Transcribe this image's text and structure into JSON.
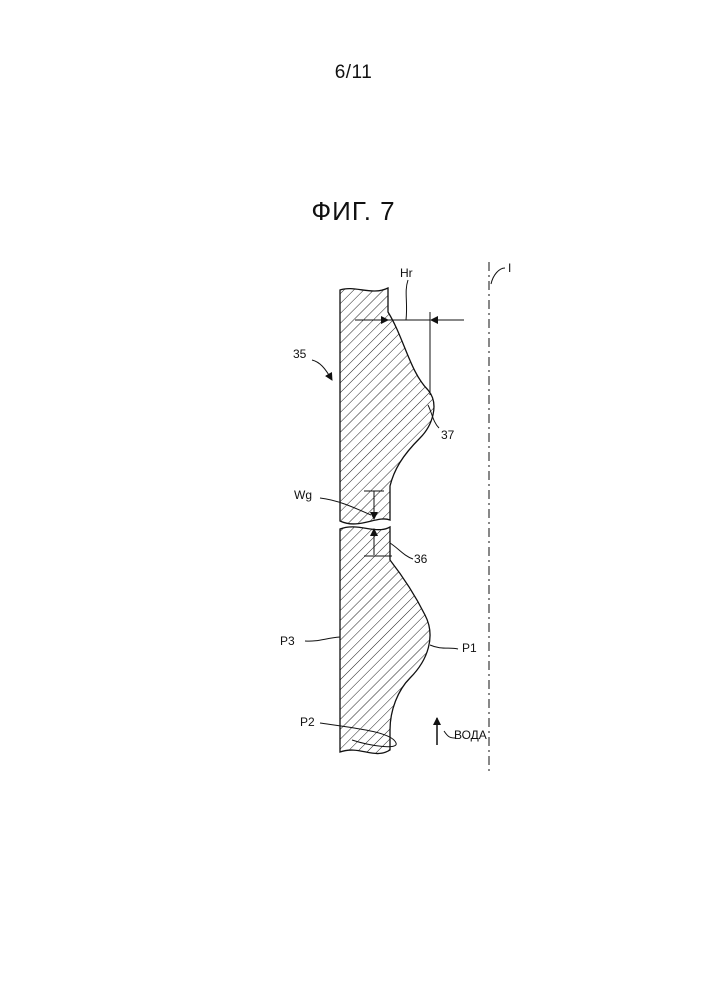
{
  "page": {
    "number": "6/11"
  },
  "figure": {
    "title": "ФИГ. 7"
  },
  "labels": {
    "hr": "Hr",
    "axis": "I",
    "part_35": "35",
    "ref_37": "37",
    "wg": "Wg",
    "ref_36": "36",
    "p3": "P3",
    "p1": "P1",
    "p2": "P2",
    "flow": "ВОДА"
  }
}
